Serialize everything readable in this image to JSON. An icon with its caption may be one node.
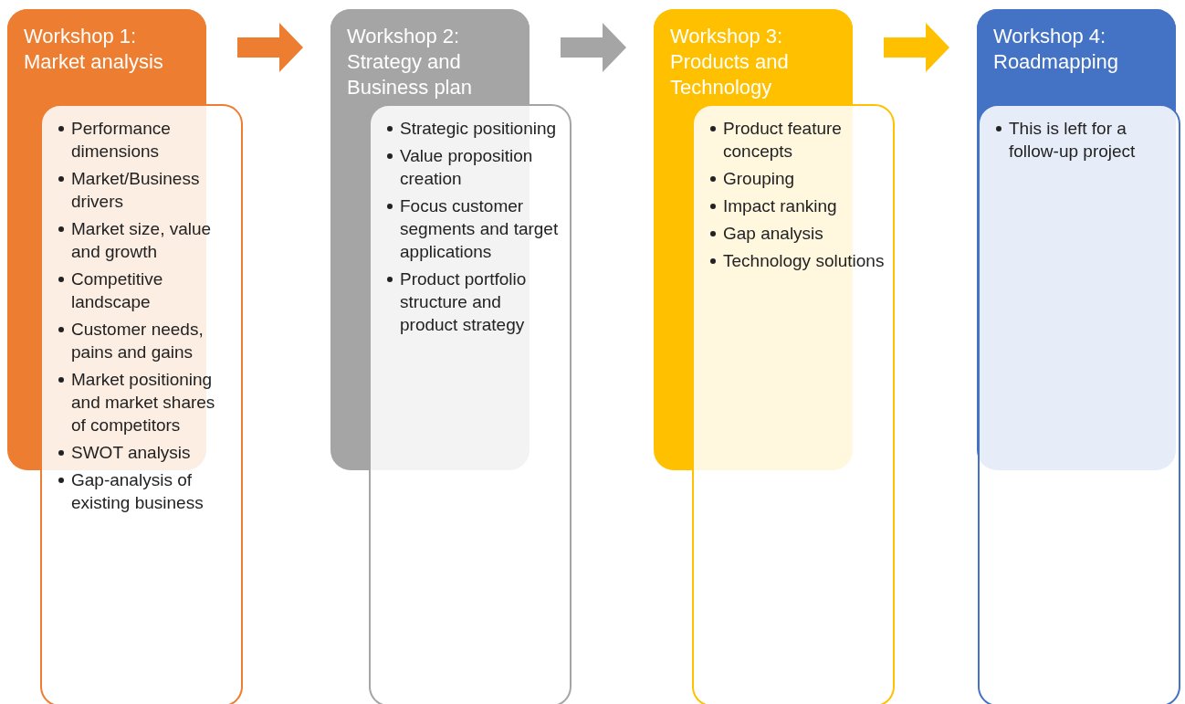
{
  "diagram": {
    "nodes": [
      {
        "text": [
          "Workshop 1: Market analysis"
        ]
      },
      {
        "text": [
          "Workshop 2: Strategy and Business plan"
        ]
      },
      {
        "text": [
          "Workshop 3: Products and Technology"
        ]
      },
      {
        "text": [
          "Workshop 4: Roadmapping"
        ]
      },
      {
        "text": [
          "Performance dimensions",
          "Market/Business drivers",
          "Market size, value and growth",
          "Competitive landscape",
          "Customer needs, pains and gains",
          "Market positioning and market shares of competitors",
          "SWOT analysis",
          "Gap-analysis of existing business"
        ]
      },
      {
        "text": [
          "Strategic positioning",
          "Value proposition creation",
          "Focus customer segments and target applications",
          "Product portfolio structure and product strategy"
        ]
      },
      {
        "text": [
          "Product feature concepts",
          "Grouping",
          "Impact ranking",
          "Gap analysis",
          "Technology solutions"
        ]
      },
      {
        "text": [
          "This is left for a follow-up project"
        ]
      }
    ],
    "edges": [
      {
        "from": 0,
        "to": 1,
        "arrow": "to",
        "style": "thick",
        "color": "#ed7d31"
      },
      {
        "from": 1,
        "to": 2,
        "arrow": "to",
        "style": "thick",
        "color": "#a5a5a5"
      },
      {
        "from": 2,
        "to": 3,
        "arrow": "to",
        "style": "thick",
        "color": "#ffc000"
      }
    ]
  }
}
